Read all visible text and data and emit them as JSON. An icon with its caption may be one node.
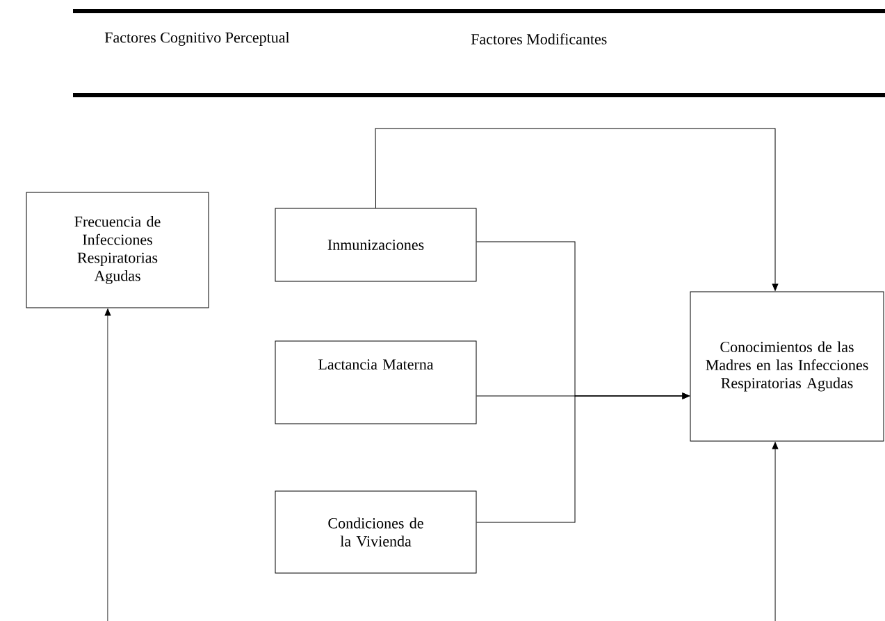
{
  "diagram": {
    "nodes": [
      {
        "text": [
          "Frecuencia de Infecciones Respiratorias Agudas"
        ]
      },
      {
        "text": [
          "Inmunizaciones"
        ]
      },
      {
        "text": [
          "Lactancia Materna"
        ]
      },
      {
        "text": [
          "Condiciones de la Vivienda"
        ]
      },
      {
        "text": [
          "Conocimientos de las Madres en las Infecciones Respiratorias Agudas"
        ]
      }
    ],
    "edges": [
      {
        "from": 1,
        "to": 4,
        "arrow": "to"
      },
      {
        "from": 1,
        "to": 4,
        "arrow": "to"
      },
      {
        "from": 2,
        "to": 4,
        "arrow": "to"
      },
      {
        "from": 3,
        "to": 4,
        "arrow": "to"
      },
      {
        "from": null,
        "to": 0,
        "arrow": "to"
      },
      {
        "from": null,
        "to": 4,
        "arrow": "to"
      }
    ],
    "labels": [
      "Factores Cognitivo Perceptual",
      "Factores Modificantes"
    ]
  }
}
